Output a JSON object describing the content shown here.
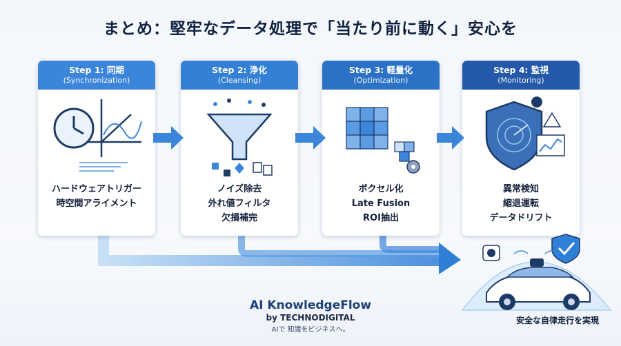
{
  "title": "まとめ：堅牢なデータ処理で「当たり前に動く」安心を",
  "steps": [
    {
      "label": "Step 1: 同期",
      "sub": "(Synchronization)",
      "lines": [
        "ハードウェアトリガー",
        "時空間アライメント"
      ],
      "icon": "clock-axes-icon",
      "color": "#2f7ed8"
    },
    {
      "label": "Step 2: 浄化",
      "sub": "(Cleansing)",
      "lines": [
        "ノイズ除去",
        "外れ値フィルタ",
        "欠損補完"
      ],
      "icon": "funnel-icon",
      "color": "#2a73cc"
    },
    {
      "label": "Step 3: 軽量化",
      "sub": "(Optimization)",
      "lines": [
        "ボクセル化",
        "Late Fusion",
        "ROI抽出"
      ],
      "icon": "voxel-cubes-icon",
      "color": "#2466be"
    },
    {
      "label": "Step 4: 監視",
      "sub": "(Monitoring)",
      "lines": [
        "異常検知",
        "縮退運転",
        "データドリフト"
      ],
      "icon": "shield-radar-icon",
      "color": "#1f55a6"
    }
  ],
  "result": {
    "caption": "安全な自律走行を実現",
    "icon": "autonomous-car-icon"
  },
  "brand": {
    "name": "AI KnowledgeFlow",
    "by": "by TECHNODIGITAL",
    "tagline": "AIで 知識をビジネスへ。"
  },
  "colors": {
    "accent": "#2f7ed8",
    "dark": "#1f55a6",
    "title": "#0f2240"
  }
}
